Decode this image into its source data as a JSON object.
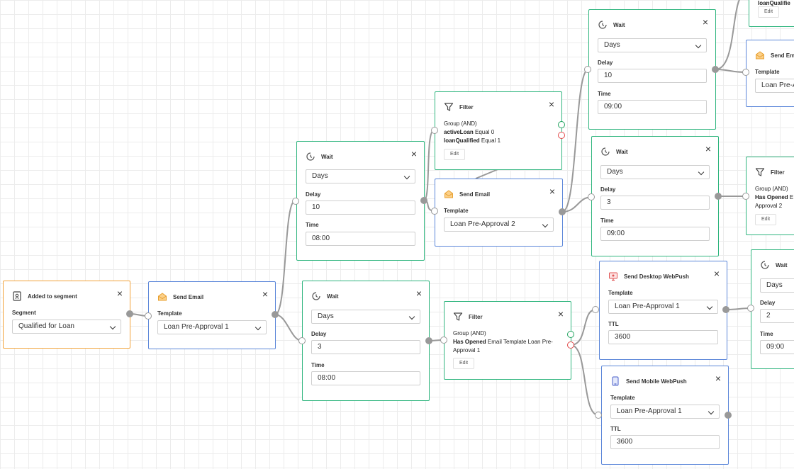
{
  "nodes": {
    "trigger": {
      "title": "Added to segment",
      "label1": "Segment",
      "value1": "Qualified for Loan"
    },
    "email1": {
      "title": "Send Email",
      "label1": "Template",
      "value1": "Loan Pre-Approval 1"
    },
    "wait1": {
      "title": "Wait",
      "unit": "Days",
      "label1": "Delay",
      "value1": "10",
      "label2": "Time",
      "value2": "08:00"
    },
    "wait2": {
      "title": "Wait",
      "unit": "Days",
      "label1": "Delay",
      "value1": "3",
      "label2": "Time",
      "value2": "08:00"
    },
    "filter1": {
      "title": "Filter",
      "line1": "Group (AND)",
      "line2_b": "activeLoan",
      "line2": " Equal 0",
      "line3_b": "loanQualified",
      "line3": " Equal 1",
      "edit": "Edit"
    },
    "email2": {
      "title": "Send Email",
      "label1": "Template",
      "value1": "Loan Pre-Approval 2"
    },
    "filter2": {
      "title": "Filter",
      "line1": "Group (AND)",
      "line2_b": "Has Opened",
      "line2": " Email Template Loan Pre-",
      "line3": "Approval 1",
      "edit": "Edit"
    },
    "wait3": {
      "title": "Wait",
      "unit": "Days",
      "label1": "Delay",
      "value1": "10",
      "label2": "Time",
      "value2": "09:00"
    },
    "wait4": {
      "title": "Wait",
      "unit": "Days",
      "label1": "Delay",
      "value1": "3",
      "label2": "Time",
      "value2": "09:00"
    },
    "desktop": {
      "title": "Send Desktop WebPush",
      "label1": "Template",
      "value1": "Loan Pre-Approval 1",
      "label2": "TTL",
      "value2": "3600"
    },
    "mobile": {
      "title": "Send Mobile WebPush",
      "label1": "Template",
      "value1": "Loan Pre-Approval 1",
      "label2": "TTL",
      "value2": "3600"
    },
    "email3": {
      "title": "Send Em",
      "label1": "Template",
      "value1": "Loan Pre-A"
    },
    "filter3": {
      "title": "Filter",
      "line1": "Group (AND)",
      "line2_b": "Has Opened",
      "line2": " E",
      "line3": "Approval 2",
      "edit": "Edit"
    },
    "wait5": {
      "title": "Wait",
      "unit": "Days",
      "label1": "Delay",
      "value1": "2",
      "label2": "Time",
      "value2": "09:00"
    },
    "topright": {
      "text": "loanQualifie",
      "edit": "Edit"
    }
  },
  "colors": {
    "wait": "#2fb57e",
    "email": "#5b86d9",
    "trigger": "#f2a33a",
    "yes": "#22a35f",
    "no": "#e24a4a"
  }
}
